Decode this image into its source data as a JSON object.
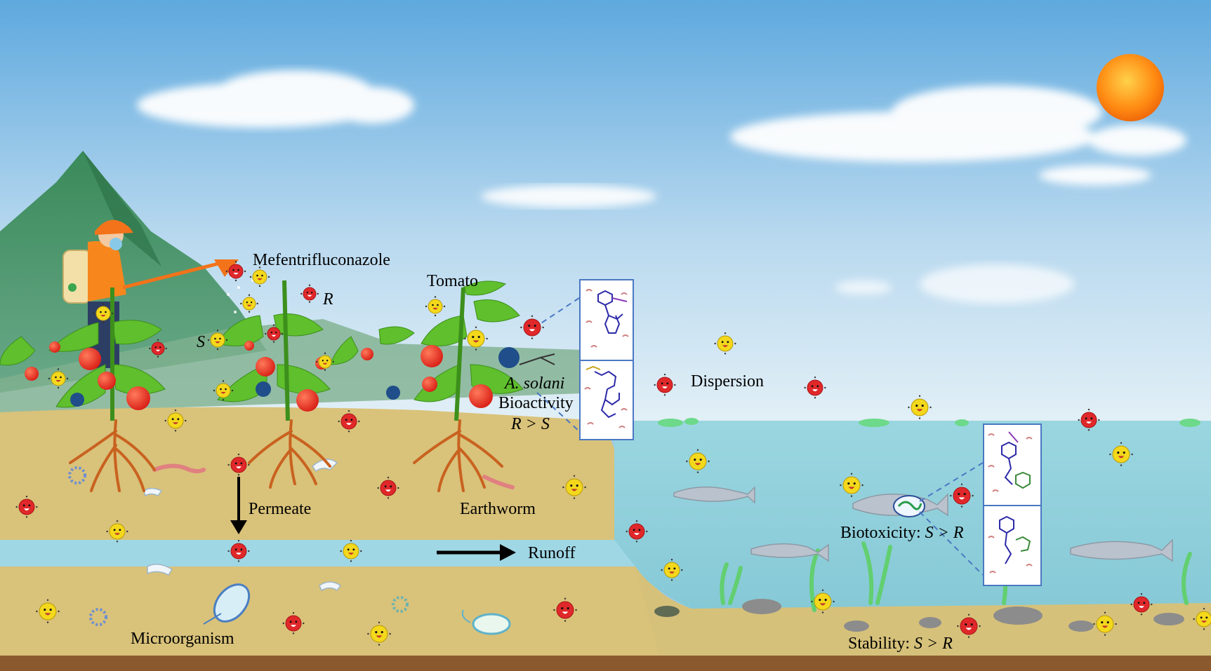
{
  "labels": {
    "mefentrifluconazole": "Mefentrifluconazole",
    "r": "R",
    "s": "S",
    "tomato": "Tomato",
    "a_solani": "A. solani",
    "bioactivity": "Bioactivity",
    "bioactivity_rel": "R > S",
    "dispersion": "Dispersion",
    "permeate": "Permeate",
    "earthworm": "Earthworm",
    "runoff": "Runoff",
    "biotoxicity_prefix": "Biotoxicity: ",
    "biotoxicity_rel": "S > R",
    "microorganism": "Microorganism",
    "stability_prefix": "Stability: ",
    "stability_rel": "S > R"
  },
  "colors": {
    "r_enantiomer": "#e0282a",
    "s_enantiomer": "#f4d81c",
    "panel_border": "#4a78c2",
    "soil": "#d9c27a",
    "water": "#8fd0dc",
    "bedrock": "#8a5a2e"
  },
  "icons": [
    "sun-icon",
    "cloud-icon",
    "mountain-icon",
    "farmer-sprayer-icon",
    "tomato-plant-icon",
    "root-icon",
    "earthworm-icon",
    "microorganism-icon",
    "fish-icon",
    "seaweed-icon",
    "fungus-spore-icon",
    "docking-panel-icon"
  ]
}
